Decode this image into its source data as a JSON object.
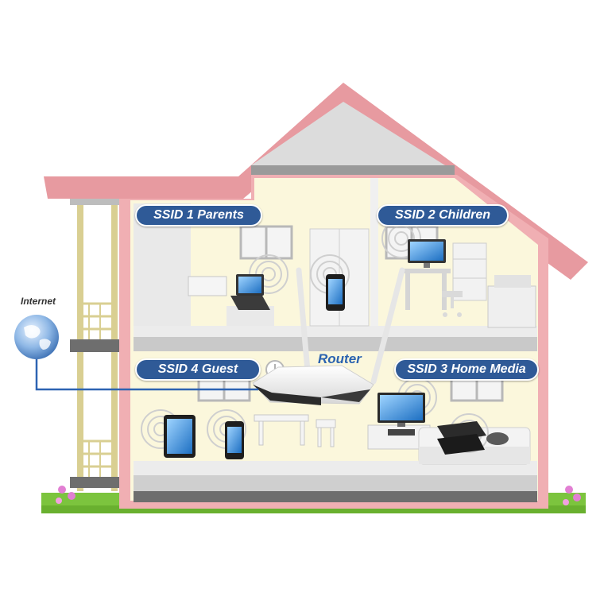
{
  "labels": {
    "internet": "Internet",
    "router": "Router",
    "ssid1": "SSID 1 Parents",
    "ssid2": "SSID 2 Children",
    "ssid3": "SSID 3 Home Media",
    "ssid4": "SSID 4 Guest"
  },
  "colors": {
    "roof": "#e79aa0",
    "wall": "#fbf7dc",
    "floor": "#d8d8d8",
    "label_bg": "#2f5a97",
    "router_text": "#2b63b0",
    "cable": "#2d63b2",
    "grass": "#7cc43e"
  },
  "icons": [
    "globe-icon",
    "router-icon",
    "laptop-icon",
    "smartphone-icon",
    "tablet-icon",
    "tv-icon",
    "game-console-icon",
    "wall-clock-icon",
    "wifi-wave-icon"
  ]
}
